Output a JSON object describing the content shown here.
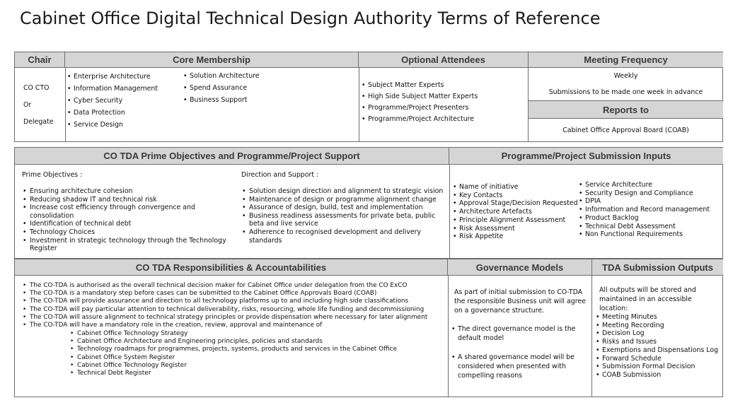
{
  "title": "Cabinet Office Digital Technical Design Authority Terms of Reference",
  "top": {
    "chair_header": "Chair",
    "chair_lines": [
      "CO CTO",
      "Or",
      "Delegate"
    ],
    "core_header": "Core Membership",
    "core_col1": [
      "Enterprise Architecture",
      "Information Management",
      "Cyber Security",
      "Data Protection",
      "Service Design"
    ],
    "core_col2": [
      "Solution Architecture",
      "Spend Assurance",
      "Business Support"
    ],
    "optional_header": "Optional Attendees",
    "optional_items": [
      "Subject Matter Experts",
      "High Side Subject Matter Experts",
      "Programme/Project Presenters",
      "Programme/Project Architecture"
    ],
    "frequency_header": "Meeting Frequency",
    "frequency_line1": "Weekly",
    "frequency_line2": "Submissions to be made one week in advance",
    "reports_header": "Reports to",
    "reports_value": "Cabinet Office Approval Board (COAB)"
  },
  "middle": {
    "objectives_header": "CO TDA Prime Objectives and Programme/Project Support",
    "prime_label": "Prime Objectives :",
    "prime_items": [
      "Ensuring architecture cohesion",
      "Reducing shadow IT and technical risk",
      "Increase cost efficiency through convergence and consolidation",
      "Identification of technical debt",
      "Technology Choices",
      "Investment in strategic technology through the Technology Register"
    ],
    "direction_label": "Direction and Support :",
    "direction_items": [
      "Solution design direction and alignment to strategic vision",
      "Maintenance of design or programme alignment change",
      "Assurance of design, build, test and implementation",
      "Business readiness assessments for private beta, public beta and live service",
      "Adherence to recognised development and delivery standards"
    ],
    "inputs_header": "Programme/Project Submission Inputs",
    "inputs_col1": [
      "Name of initiative",
      "Key Contacts",
      "Approval Stage/Decision Requested",
      "Architecture Artefacts",
      "Principle Alignment Assessment",
      "Risk Assessment",
      "Risk Appetite"
    ],
    "inputs_col2": [
      "Service Architecture",
      "Security Design and Compliance",
      "DPIA",
      "Information and Record management",
      "Product Backlog",
      "Technical Debt Assessment",
      "Non Functional Requirements"
    ]
  },
  "bottom": {
    "resp_header": "CO TDA Responsibilities & Accountabilities",
    "resp_items": [
      "The CO-TDA is authorised as the overall technical decision maker for Cabinet Office under delegation from the CO ExCO",
      "The CO-TDA is a mandatory step before cases can be submitted to the Cabinet Office Approvals Board (COAB)",
      "The CO-TDA will provide assurance and direction to all technology platforms up to and including high side classifications",
      "The CO-TDA will pay particular attention to technical deliverability, risks, resourcing, whole life funding and decommissioning",
      "The CO-TDA will assure alignment to technical strategy principles or provide dispensation where necessary for later alignment",
      "The CO-TDA will have a mandatory role in the creation, review, approval and maintenance of"
    ],
    "resp_subitems": [
      "Cabinet Office Technology Strategy",
      "Cabinet Office Architecture and Engineering principles, policies and standards",
      "Technology roadmaps for programmes, projects, systems, products and services in the Cabinet Office",
      "Cabinet Office System Register",
      "Cabinet Office Technology Register",
      "Technical Debt Register"
    ],
    "gov_header": "Governance Models",
    "gov_intro": "As part of initial submission to CO-TDA the responsible Business unit will agree on a governance structure.",
    "gov_point1": "The direct governance model is the default model",
    "gov_point2": "A shared governance model will be considered when presented with compelling reasons",
    "outputs_header": "TDA Submission Outputs",
    "outputs_intro": "All outputs will be stored and maintained in an accessible location:",
    "outputs_items": [
      "Meeting Minutes",
      "Meeting Recording",
      "Decision Log",
      "Risks and Issues",
      "Exemptions and Dispensations Log",
      "Forward Schedule",
      "Submission Formal Decision",
      "COAB Submission"
    ]
  }
}
